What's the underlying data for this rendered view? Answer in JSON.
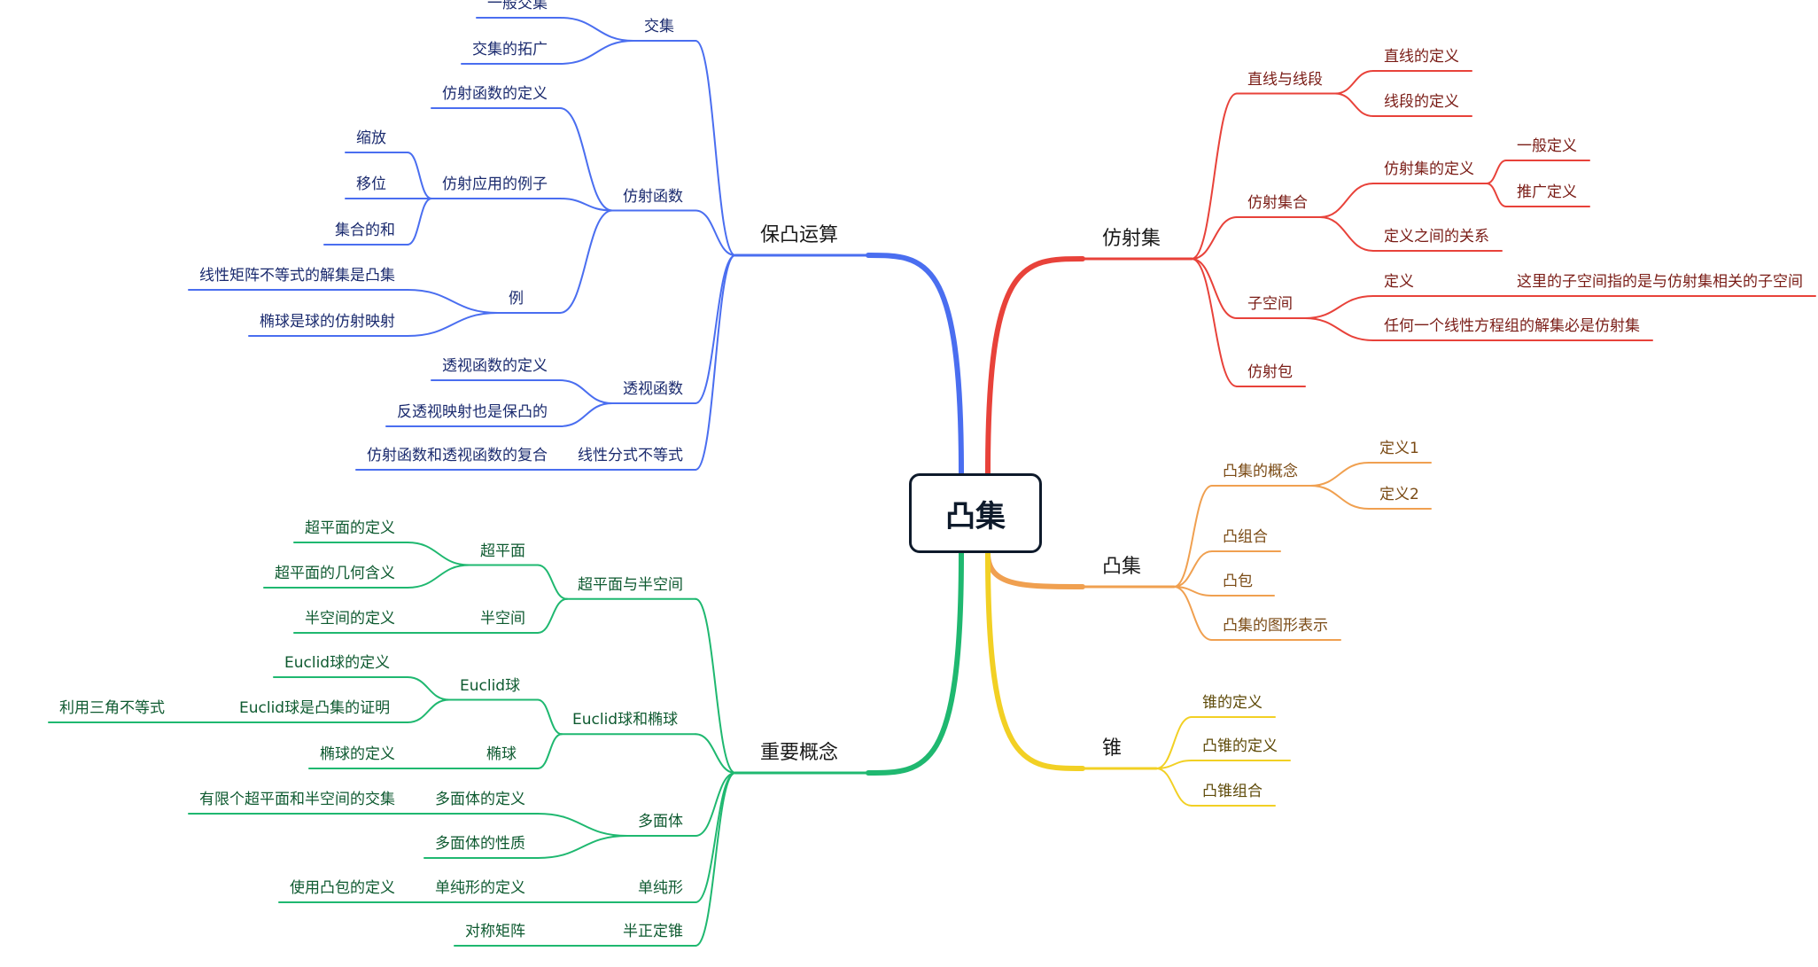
{
  "root": "凸集",
  "branches": [
    {
      "key": "aff",
      "label": "仿射集",
      "color": "#e8423a",
      "text": "#7a1c16",
      "children": [
        {
          "label": "直线与线段",
          "children": [
            {
              "label": "直线的定义"
            },
            {
              "label": "线段的定义"
            }
          ]
        },
        {
          "label": "仿射集合",
          "children": [
            {
              "label": "仿射集的定义",
              "children": [
                {
                  "label": "一般定义"
                },
                {
                  "label": "推广定义"
                }
              ]
            },
            {
              "label": "定义之间的关系"
            }
          ]
        },
        {
          "label": "子空间",
          "children": [
            {
              "label": "定义",
              "children": [
                {
                  "label": "这里的子空间指的是与仿射集相关的子空间"
                }
              ]
            },
            {
              "label": "任何一个线性方程组的解集必是仿射集"
            }
          ]
        },
        {
          "label": "仿射包"
        }
      ]
    },
    {
      "key": "convex",
      "label": "凸集",
      "color": "#f0a050",
      "text": "#7a4a14",
      "children": [
        {
          "label": "凸集的概念",
          "children": [
            {
              "label": "定义1"
            },
            {
              "label": "定义2"
            }
          ]
        },
        {
          "label": "凸组合"
        },
        {
          "label": "凸包"
        },
        {
          "label": "凸集的图形表示"
        }
      ]
    },
    {
      "key": "cone",
      "label": "锥",
      "color": "#f2d024",
      "text": "#5e4a08",
      "children": [
        {
          "label": "锥的定义"
        },
        {
          "label": "凸锥的定义"
        },
        {
          "label": "凸锥组合"
        }
      ]
    },
    {
      "key": "ops",
      "label": "保凸运算",
      "color": "#4a6ef0",
      "text": "#1a2a6e",
      "children": [
        {
          "label": "交集",
          "children": [
            {
              "label": "一般交集"
            },
            {
              "label": "交集的拓广"
            }
          ]
        },
        {
          "label": "仿射函数",
          "children": [
            {
              "label": "仿射函数的定义"
            },
            {
              "label": "仿射应用的例子",
              "children": [
                {
                  "label": "缩放"
                },
                {
                  "label": "移位"
                },
                {
                  "label": "集合的和"
                }
              ]
            },
            {
              "label": "例",
              "children": [
                {
                  "label": "线性矩阵不等式的解集是凸集"
                },
                {
                  "label": "椭球是球的仿射映射"
                }
              ]
            }
          ]
        },
        {
          "label": "透视函数",
          "children": [
            {
              "label": "透视函数的定义"
            },
            {
              "label": "反透视映射也是保凸的"
            }
          ]
        },
        {
          "label": "线性分式不等式",
          "children": [
            {
              "label": "仿射函数和透视函数的复合"
            }
          ]
        }
      ]
    },
    {
      "key": "concepts",
      "label": "重要概念",
      "color": "#1fb870",
      "text": "#0e5a30",
      "children": [
        {
          "label": "超平面与半空间",
          "children": [
            {
              "label": "超平面",
              "children": [
                {
                  "label": "超平面的定义"
                },
                {
                  "label": "超平面的几何含义"
                }
              ]
            },
            {
              "label": "半空间",
              "children": [
                {
                  "label": "半空间的定义"
                }
              ]
            }
          ]
        },
        {
          "label": "Euclid球和椭球",
          "children": [
            {
              "label": "Euclid球",
              "children": [
                {
                  "label": "Euclid球的定义"
                },
                {
                  "label": "Euclid球是凸集的证明",
                  "children": [
                    {
                      "label": "利用三角不等式"
                    }
                  ]
                }
              ]
            },
            {
              "label": "椭球",
              "children": [
                {
                  "label": "椭球的定义"
                }
              ]
            }
          ]
        },
        {
          "label": "多面体",
          "children": [
            {
              "label": "多面体的定义",
              "children": [
                {
                  "label": "有限个超平面和半空间的交集"
                }
              ]
            },
            {
              "label": "多面体的性质"
            }
          ]
        },
        {
          "label": "单纯形",
          "children": [
            {
              "label": "单纯形的定义",
              "children": [
                {
                  "label": "使用凸包的定义"
                }
              ]
            }
          ]
        },
        {
          "label": "半正定锥",
          "children": [
            {
              "label": "对称矩阵"
            }
          ]
        }
      ]
    }
  ]
}
